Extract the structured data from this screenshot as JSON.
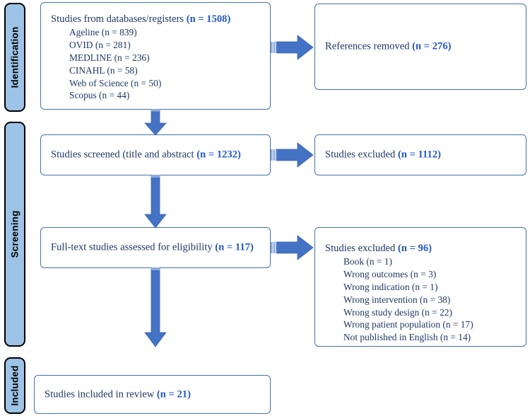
{
  "diagram": {
    "type": "prisma-flow-diagram",
    "colors": {
      "stage_fill": "#9DC3E6",
      "stage_border": "#000000",
      "box_border": "#4472A8",
      "text": "#1F3864",
      "count_accent": "#2458C8",
      "arrow": "#4472C4",
      "arrow_tail": "#8FAADC",
      "background": "#FFFFFF"
    }
  },
  "stages": [
    {
      "id": "identification",
      "label": "Identification"
    },
    {
      "id": "screening",
      "label": "Screening"
    },
    {
      "id": "included",
      "label": "Included"
    }
  ],
  "boxes": {
    "records_identified": {
      "heading_text": "Studies from databases/registers ",
      "heading_count": "(n = 1508)",
      "sources": [
        "Ageline (n = 839)",
        "OVID (n = 281)",
        "MEDLINE (n = 236)",
        "CINAHL (n = 58)",
        "Web of Science (n = 50)",
        "Scopus (n = 44)"
      ]
    },
    "references_removed": {
      "text": "References removed ",
      "count": "(n = 276)"
    },
    "studies_screened": {
      "text": "Studies screened (title and abstract ",
      "count": "(n = 1232)"
    },
    "studies_excluded_screening": {
      "text": "Studies excluded ",
      "count": "(n = 1112)"
    },
    "fulltext_assessed": {
      "text": "Full-text studies assessed for eligibility ",
      "count": "(n = 117)"
    },
    "studies_excluded_fulltext": {
      "heading_text": "Studies excluded ",
      "heading_count": "(n = 96)",
      "reasons": [
        "Book (n = 1)",
        "Wrong outcomes (n = 3)",
        "Wrong indication (n = 1)",
        "Wrong intervention (n = 38)",
        "Wrong study design (n = 22)",
        "Wrong patient population (n = 17)",
        "Not published in English (n = 14)"
      ]
    },
    "studies_included": {
      "text": "Studies included in review ",
      "count": "(n = 21)"
    }
  },
  "arrows": [
    {
      "id": "arrow-identified-to-screened",
      "direction": "down"
    },
    {
      "id": "arrow-identified-to-removed",
      "direction": "right"
    },
    {
      "id": "arrow-screened-to-excluded",
      "direction": "right"
    },
    {
      "id": "arrow-screened-to-fulltext",
      "direction": "down"
    },
    {
      "id": "arrow-fulltext-to-excluded",
      "direction": "right"
    },
    {
      "id": "arrow-fulltext-to-included",
      "direction": "down"
    }
  ]
}
